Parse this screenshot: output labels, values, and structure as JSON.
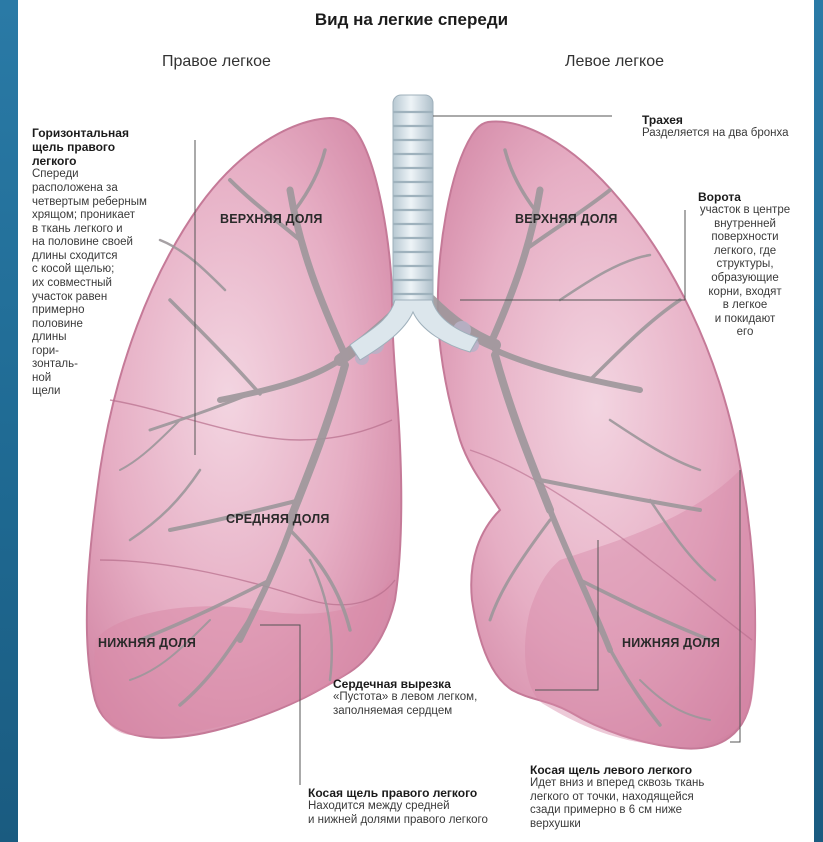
{
  "title": "Вид на легкие спереди",
  "right_lung_label": "Правое легкое",
  "left_lung_label": "Левое легкое",
  "lobes": {
    "right_upper": "ВЕРХНЯЯ ДОЛЯ",
    "right_middle": "СРЕДНЯЯ ДОЛЯ",
    "right_lower": "НИЖНЯЯ ДОЛЯ",
    "left_upper": "ВЕРХНЯЯ ДОЛЯ",
    "left_lower": "НИЖНЯЯ ДОЛЯ"
  },
  "callouts": {
    "trachea": {
      "heading": "Трахея",
      "text": "Разделяется на два бронха"
    },
    "hilum": {
      "heading": "Ворота",
      "lines": [
        "участок в центре",
        "внутренней",
        "поверхности",
        "легкого, где",
        "структуры,",
        "образующие",
        "корни, входят",
        "в легкое",
        "и покидают",
        "его"
      ]
    },
    "horizontal_fissure": {
      "heading_lines": [
        "Горизонтальная",
        "щель правого",
        "легкого"
      ],
      "lines": [
        "Спереди",
        "расположена за",
        "четвертым реберным",
        "хрящом; проникает",
        "в ткань легкого и",
        "на половине своей",
        "длины сходится",
        "с косой щелью;",
        "их совместный",
        "участок равен",
        "примерно",
        "половине",
        "длины",
        "гори-",
        "зонталь-",
        "ной",
        "щели"
      ]
    },
    "cardiac_notch": {
      "heading": "Сердечная вырезка",
      "lines": [
        "«Пустота» в левом легком,",
        "заполняемая сердцем"
      ]
    },
    "right_oblique": {
      "heading": "Косая щель правого легкого",
      "lines": [
        "Находится между средней",
        "и нижней долями правого легкого"
      ]
    },
    "left_oblique": {
      "heading": "Косая щель левого легкого",
      "lines": [
        "Идет вниз и вперед сквозь ткань",
        "легкого от точки, находящейся",
        "сзади примерно в 6 см ниже",
        "верхушки"
      ]
    }
  },
  "colors": {
    "lung_fill": "#e4a7bf",
    "lung_edge": "#c57a98",
    "airway": "#a9a3a8",
    "trachea": "#d6e3ea"
  }
}
